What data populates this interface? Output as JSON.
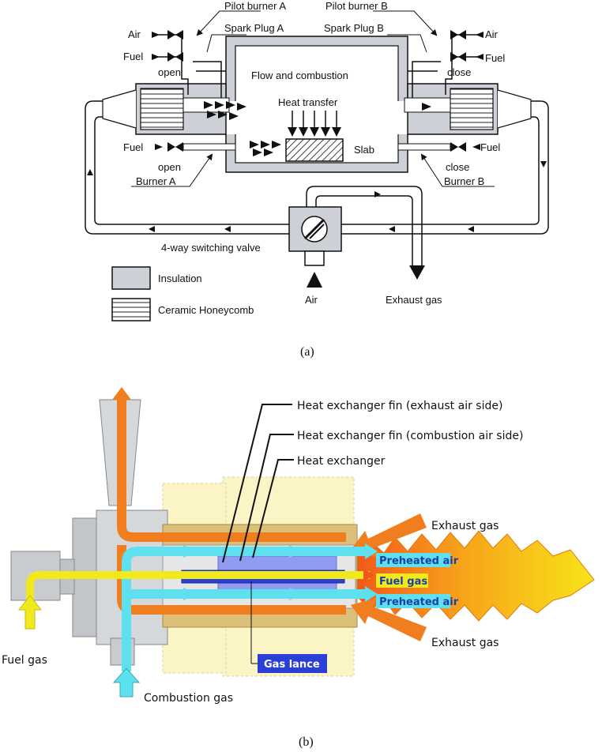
{
  "figure_a": {
    "labels": {
      "pilot_burner_a": "Pilot burner A",
      "pilot_burner_b": "Pilot burner B",
      "spark_plug_a": "Spark Plug A",
      "spark_plug_b": "Spark Plug B",
      "air_left": "Air",
      "air_right": "Air",
      "fuel_top_left": "Fuel",
      "fuel_top_right": "Fuel",
      "open_top": "open",
      "close_top": "close",
      "flow_and_combustion": "Flow and combustion",
      "heat_transfer": "Heat transfer",
      "slab": "Slab",
      "fuel_bottom_left": "Fuel",
      "fuel_bottom_right": "Fuel",
      "open_bottom": "open",
      "close_bottom": "close",
      "burner_a": "Burner A",
      "burner_b": "Burner B",
      "four_way_valve": "4-way switching valve",
      "air_inlet": "Air",
      "exhaust_gas": "Exhaust gas"
    },
    "legend": {
      "insulation": "Insulation",
      "ceramic_honeycomb": "Ceramic Honeycomb"
    },
    "caption": "(a)"
  },
  "figure_b": {
    "labels": {
      "fin_exhaust": "Heat exchanger fin (exhaust air side)",
      "fin_combustion": "Heat exchanger fin (combustion air side)",
      "heat_exchanger": "Heat exchanger",
      "exhaust_gas_top": "Exhaust gas",
      "exhaust_gas_bottom": "Exhaust gas",
      "preheated_air_top": "Preheated air",
      "fuel_gas_tag": "Fuel gas",
      "preheated_air_bottom": "Preheated air",
      "gas_lance": "Gas lance",
      "fuel_gas": "Fuel gas",
      "combustion_gas": "Combustion gas"
    },
    "caption": "(b)"
  },
  "colors": {
    "insulation": "#cdd0d6",
    "exhaust_arrow": "#f07e1e",
    "air_arrow": "#5fe0ee",
    "fuel_arrow": "#f2e81e",
    "refractory": "#fbf5c6",
    "metal": "#b8bcc0",
    "lance": "#2b3fd6",
    "flame_outer": "#f7e418",
    "flame_inner": "#f2571a"
  }
}
